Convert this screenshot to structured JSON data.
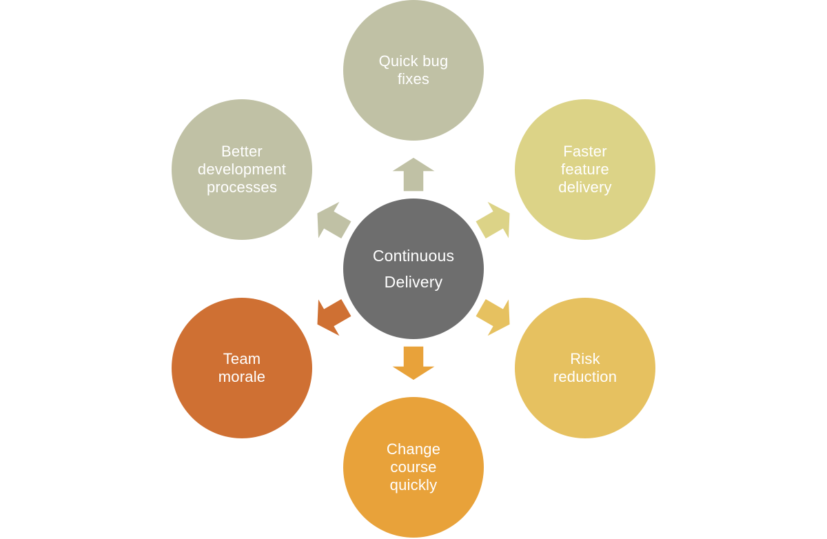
{
  "diagram": {
    "center": {
      "label": "Continuous\nDelivery",
      "color": "#6e6e6e"
    },
    "nodes": [
      {
        "id": "quick-bug-fixes",
        "label": "Quick bug\nfixes",
        "color": "#c0c1a5"
      },
      {
        "id": "faster-feature-delivery",
        "label": "Faster\nfeature\ndelivery",
        "color": "#dcd387"
      },
      {
        "id": "risk-reduction",
        "label": "Risk\nreduction",
        "color": "#e6c160"
      },
      {
        "id": "change-course-quickly",
        "label": "Change\ncourse\nquickly",
        "color": "#e8a23a"
      },
      {
        "id": "team-morale",
        "label": "Team\nmorale",
        "color": "#cf7033"
      },
      {
        "id": "better-development-processes",
        "label": "Better\ndevelopment\nprocesses",
        "color": "#c0c1a5"
      }
    ],
    "arrows": [
      {
        "target": "quick-bug-fixes",
        "color": "#c0c1a5"
      },
      {
        "target": "faster-feature-delivery",
        "color": "#dcd387"
      },
      {
        "target": "risk-reduction",
        "color": "#e6c160"
      },
      {
        "target": "change-course-quickly",
        "color": "#e8a23a"
      },
      {
        "target": "team-morale",
        "color": "#cf7033"
      },
      {
        "target": "better-development-processes",
        "color": "#c0c1a5"
      }
    ]
  }
}
